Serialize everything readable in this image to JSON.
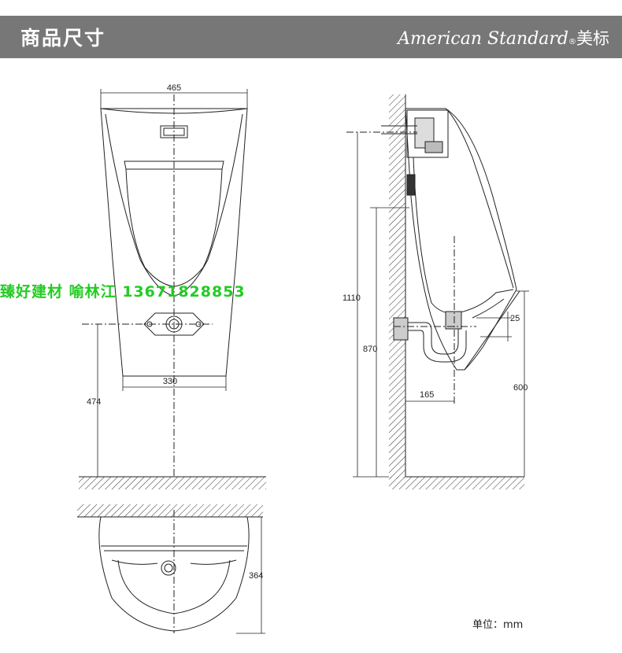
{
  "header": {
    "title": "商品尺寸",
    "brand_name": "American Standard",
    "brand_mark": "®",
    "brand_cn": "美标"
  },
  "watermark": "臻好建材 喻林江 13671828853",
  "dimensions": {
    "front_width": "465",
    "inlet_spacing": "330",
    "inlet_height": "474",
    "side_height_top": "1110",
    "side_height_mid": "870",
    "outlet_offset": "165",
    "outlet_gap": "25",
    "rim_height": "600",
    "plan_depth": "364"
  },
  "unit_label": "单位：mm",
  "colors": {
    "header_bg": "#777777",
    "line": "#222222",
    "watermark": "#22cc22"
  }
}
